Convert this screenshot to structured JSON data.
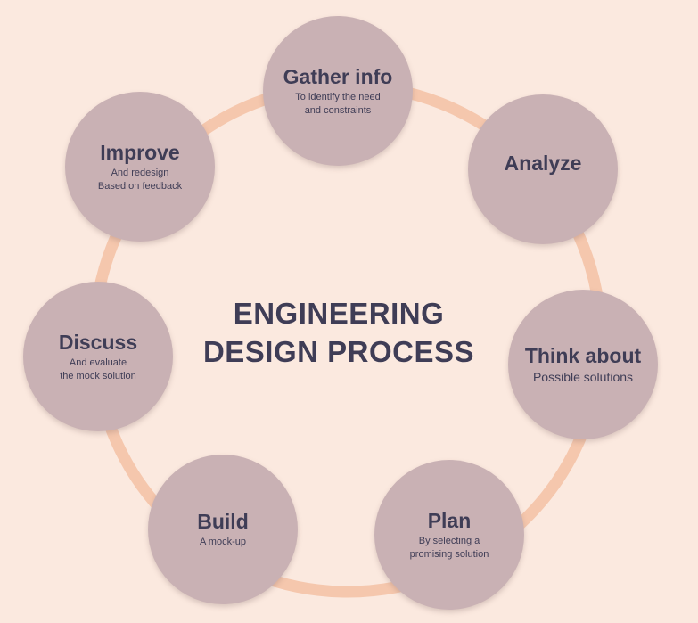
{
  "diagram": {
    "center_title_line1": "ENGINEERING",
    "center_title_line2": "DESIGN PROCESS",
    "colors": {
      "background": "#fbe9df",
      "ring": "#f5c7ad",
      "node_fill": "#c9b1b4",
      "text": "#3f3d56"
    },
    "steps": [
      {
        "title": "Gather info",
        "subtitle": "To identify the need\nand constraints"
      },
      {
        "title": "Analyze",
        "subtitle": ""
      },
      {
        "title": "Think about",
        "subtitle": "Possible solutions"
      },
      {
        "title": "Plan",
        "subtitle": "By selecting a\npromising solution"
      },
      {
        "title": "Build",
        "subtitle": "A mock-up"
      },
      {
        "title": "Discuss",
        "subtitle": "And evaluate\nthe mock solution"
      },
      {
        "title": "Improve",
        "subtitle": "And redesign\nBased on feedback"
      }
    ]
  }
}
